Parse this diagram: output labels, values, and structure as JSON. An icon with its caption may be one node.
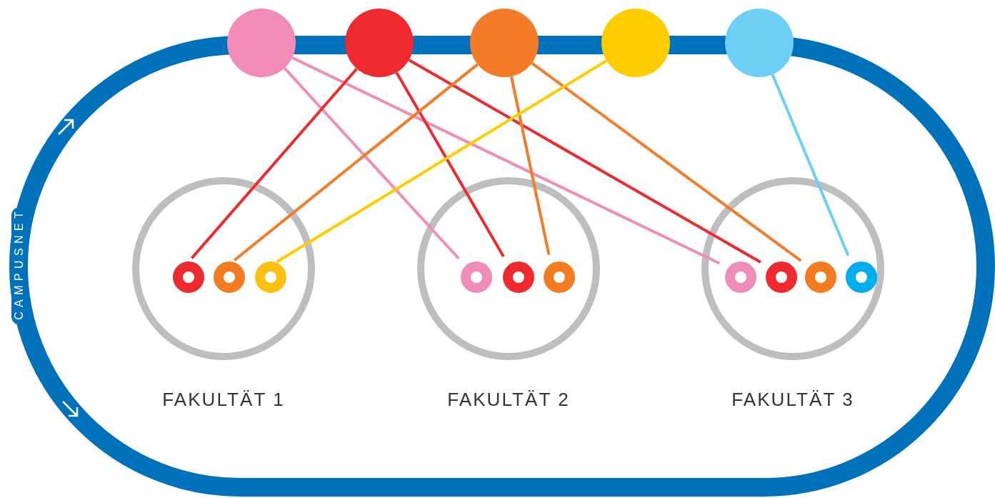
{
  "diagram": {
    "nodes": [
      {
        "text": [
          "CAMPUSNET"
        ]
      },
      {
        "text": [],
        "shape": "circle"
      },
      {
        "text": [],
        "shape": "circle"
      },
      {
        "text": [],
        "shape": "circle"
      },
      {
        "text": [],
        "shape": "circle"
      },
      {
        "text": [],
        "shape": "circle"
      },
      {
        "text": [
          "FAKULTÄT 1"
        ],
        "in": 0
      },
      {
        "text": [
          "FAKULTÄT 2"
        ],
        "in": 0
      },
      {
        "text": [
          "FAKULTÄT 3"
        ],
        "in": 0
      },
      {
        "text": [],
        "shape": "circle",
        "in": 6
      },
      {
        "text": [],
        "shape": "circle",
        "in": 6
      },
      {
        "text": [],
        "shape": "circle",
        "in": 6
      },
      {
        "text": [],
        "shape": "circle",
        "in": 7
      },
      {
        "text": [],
        "shape": "circle",
        "in": 7
      },
      {
        "text": [],
        "shape": "circle",
        "in": 7
      },
      {
        "text": [],
        "shape": "circle",
        "in": 8
      },
      {
        "text": [],
        "shape": "circle",
        "in": 8
      },
      {
        "text": [],
        "shape": "circle",
        "in": 8
      },
      {
        "text": [],
        "shape": "circle",
        "in": 8
      }
    ],
    "edges": [
      {
        "from": 1,
        "to": 12,
        "arrow": "none",
        "color": "#f28cb6"
      },
      {
        "from": 1,
        "to": 15,
        "arrow": "none",
        "color": "#f28cb6"
      },
      {
        "from": 2,
        "to": 9,
        "arrow": "none",
        "color": "#ee2a2e"
      },
      {
        "from": 2,
        "to": 13,
        "arrow": "none",
        "color": "#ee2a2e"
      },
      {
        "from": 2,
        "to": 16,
        "arrow": "none",
        "color": "#ee2a2e"
      },
      {
        "from": 3,
        "to": 10,
        "arrow": "none",
        "color": "#f47b28"
      },
      {
        "from": 3,
        "to": 14,
        "arrow": "none",
        "color": "#f47b28"
      },
      {
        "from": 3,
        "to": 17,
        "arrow": "none",
        "color": "#f47b28"
      },
      {
        "from": 4,
        "to": 11,
        "arrow": "none",
        "color": "#ffcc00"
      },
      {
        "from": 5,
        "to": 18,
        "arrow": "none",
        "color": "#6dcff6"
      }
    ]
  }
}
